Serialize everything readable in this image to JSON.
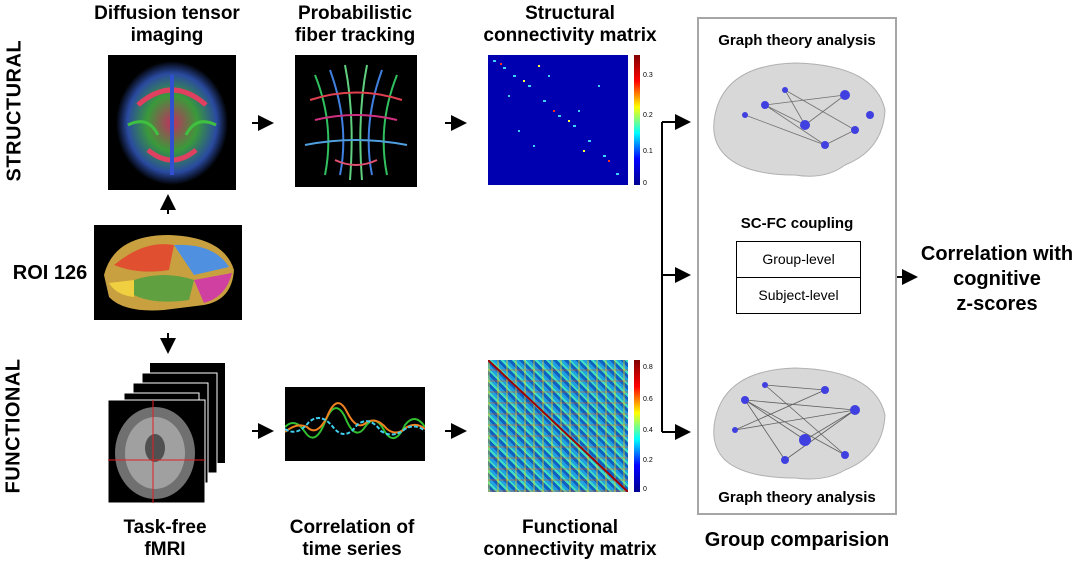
{
  "side_labels": {
    "structural": "STRUCTURAL",
    "functional": "FUNCTIONAL"
  },
  "top_row": {
    "dti_title": "Diffusion tensor\nimaging",
    "tracking_title": "Probabilistic\nfiber tracking",
    "sc_matrix_title": "Structural\nconnectivity matrix"
  },
  "roi_label": "ROI 126",
  "bottom_row": {
    "fmri_title": "Task-free\nfMRI",
    "timeseries_title": "Correlation of\ntime series",
    "fc_matrix_title": "Functional\nconnectivity matrix"
  },
  "panel": {
    "graph_top": "Graph theory analysis",
    "graph_bottom": "Graph theory analysis",
    "coupling_title": "SC-FC coupling",
    "group_level": "Group-level",
    "subject_level": "Subject-level",
    "caption": "Group comparision"
  },
  "output_label": "Correlation with\ncognitive\nz-scores",
  "sc_colorbar_ticks": [
    "0.3",
    "0.2",
    "0.1",
    "0"
  ],
  "fc_colorbar_ticks": [
    "0.8",
    "0.6",
    "0.4",
    "0.2",
    "0"
  ],
  "icons": [
    "arrow-right-icon",
    "arrow-up-icon",
    "arrow-down-icon"
  ]
}
